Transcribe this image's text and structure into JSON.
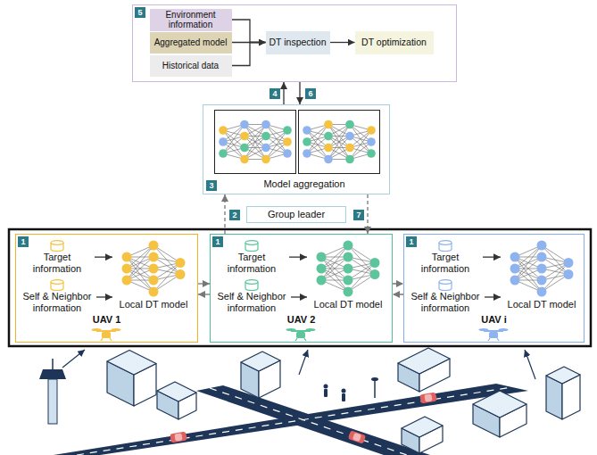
{
  "diagram": {
    "nodes": [
      {
        "text": [
          "5"
        ]
      },
      {
        "text": [
          "Environment information"
        ],
        "in": 0
      },
      {
        "text": [
          "Aggregated model"
        ],
        "in": 0
      },
      {
        "text": [
          "Historical data"
        ],
        "in": 0
      },
      {
        "text": [
          "DT inspection"
        ],
        "in": 0
      },
      {
        "text": [
          "DT optimization"
        ],
        "in": 0
      },
      {
        "text": [
          "3",
          "Model aggregation"
        ]
      },
      {
        "text": [
          "Group leader"
        ]
      },
      {
        "text": [
          "1",
          "UAV 1"
        ]
      },
      {
        "text": [
          "Target information"
        ],
        "in": 8
      },
      {
        "text": [
          "Self & Neighbor information"
        ],
        "in": 8
      },
      {
        "text": [
          "Local DT model"
        ],
        "in": 8
      },
      {
        "text": [
          "1",
          "UAV 2"
        ]
      },
      {
        "text": [
          "Target information"
        ],
        "in": 12
      },
      {
        "text": [
          "Self & Neighbor information"
        ],
        "in": 12
      },
      {
        "text": [
          "Local DT model"
        ],
        "in": 12
      },
      {
        "text": [
          "1",
          "UAV i"
        ]
      },
      {
        "text": [
          "Target information"
        ],
        "in": 16
      },
      {
        "text": [
          "Self & Neighbor information"
        ],
        "in": 16
      },
      {
        "text": [
          "Local DT model"
        ],
        "in": 16
      }
    ],
    "edges": [
      {
        "from": 1,
        "to": 4,
        "arrow": "to"
      },
      {
        "from": 2,
        "to": 4,
        "arrow": "to"
      },
      {
        "from": 3,
        "to": 4,
        "arrow": "to"
      },
      {
        "from": 4,
        "to": 5,
        "arrow": "to"
      },
      {
        "from": 6,
        "to": 0,
        "arrow": "to"
      },
      {
        "from": 0,
        "to": 6,
        "arrow": "to"
      },
      {
        "from": 12,
        "to": 6,
        "arrow": "to"
      },
      {
        "from": 6,
        "to": 12,
        "arrow": "to"
      },
      {
        "from": 9,
        "to": 11,
        "arrow": "to"
      },
      {
        "from": 10,
        "to": 11,
        "arrow": "to"
      },
      {
        "from": 13,
        "to": 15,
        "arrow": "to"
      },
      {
        "from": 14,
        "to": 15,
        "arrow": "to"
      },
      {
        "from": 17,
        "to": 19,
        "arrow": "to"
      },
      {
        "from": 18,
        "to": 19,
        "arrow": "to"
      },
      {
        "from": 8,
        "to": 12,
        "arrow": "to"
      },
      {
        "from": 12,
        "to": 8,
        "arrow": "to"
      },
      {
        "from": 12,
        "to": 16,
        "arrow": "to"
      },
      {
        "from": 16,
        "to": 12,
        "arrow": "to"
      }
    ],
    "labels": [
      "4",
      "6",
      "2",
      "7"
    ]
  }
}
